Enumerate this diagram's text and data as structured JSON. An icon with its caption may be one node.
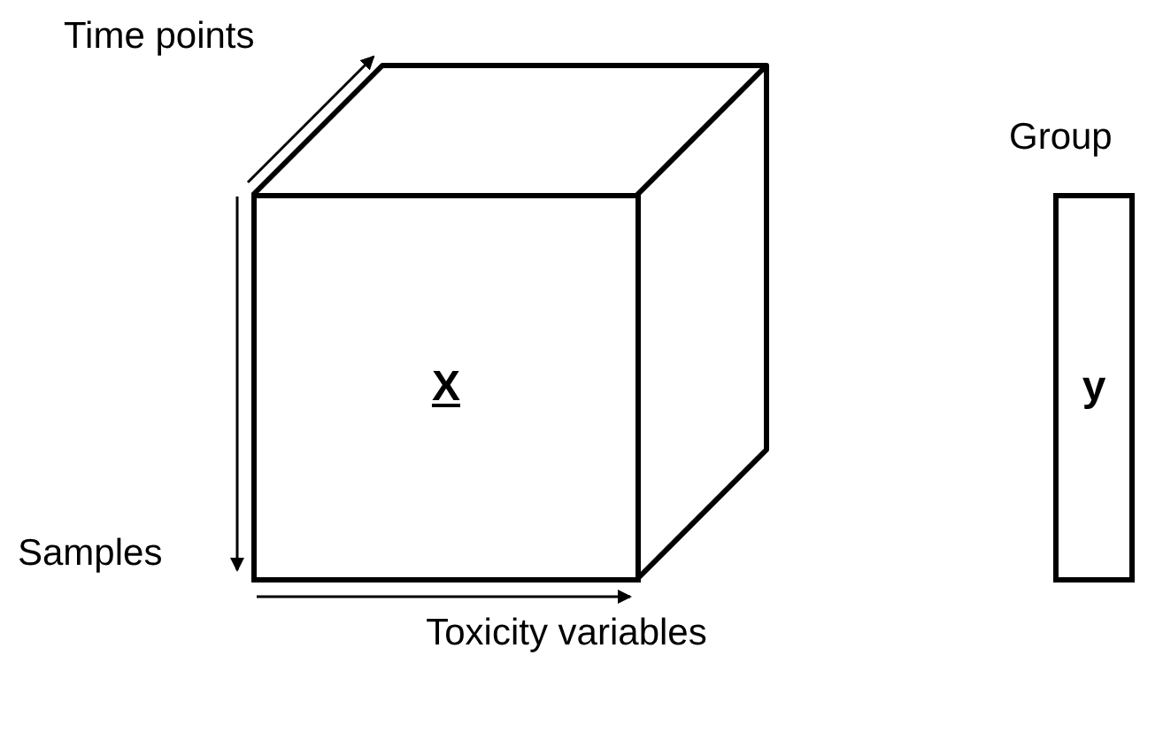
{
  "diagram": {
    "nodes": [
      {
        "text": [
          "X"
        ]
      },
      {
        "text": [
          "Group",
          "y"
        ]
      }
    ],
    "labels": [
      "Time points",
      "Samples",
      "Toxicity variables"
    ]
  }
}
